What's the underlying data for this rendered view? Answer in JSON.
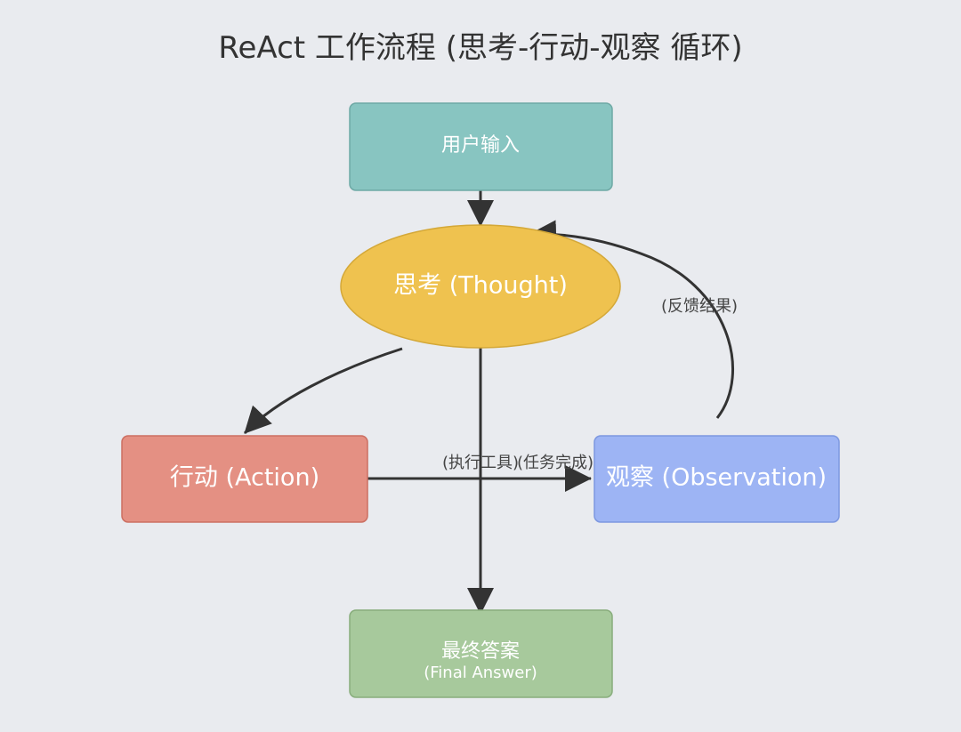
{
  "title": "ReAct 工作流程 (思考-行动-观察 循环)",
  "colors": {
    "background": "#e9ebef",
    "input_node": "#88c5c1",
    "thought_node": "#efc24f",
    "action_node": "#e49083",
    "observation_node": "#9db4f4",
    "final_node": "#a7c99c",
    "edge": "#333333"
  },
  "nodes": {
    "input": {
      "label": "用户输入"
    },
    "thought": {
      "label": "思考 (Thought)"
    },
    "action": {
      "label": "行动 (Action)"
    },
    "observation": {
      "label": "观察 (Observation)"
    },
    "final": {
      "label_line1": "最终答案",
      "label_line2": "(Final Answer)"
    }
  },
  "edges": {
    "action_to_observation": "(执行工具)",
    "observation_to_thought": "(反馈结果)",
    "thought_to_final": "(任务完成)"
  }
}
